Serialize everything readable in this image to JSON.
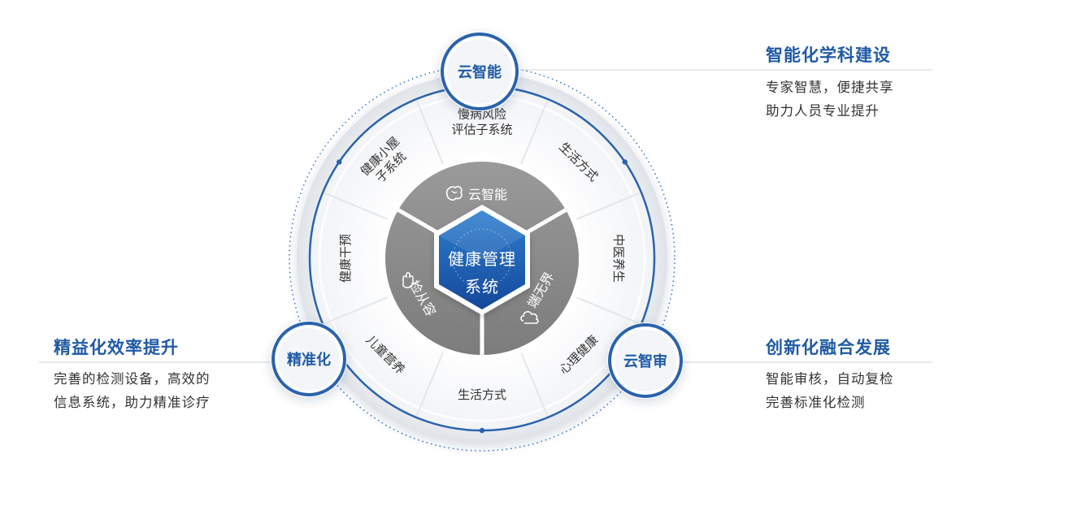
{
  "center": {
    "line1": "健康管理",
    "line2": "系统"
  },
  "inner_ring": [
    {
      "label": "云智能",
      "icon": "brain-icon"
    },
    {
      "label": "端无界",
      "icon": "cloud-icon"
    },
    {
      "label": "检从容",
      "icon": "hand-icon"
    }
  ],
  "outer_segments": [
    {
      "lines": [
        "慢病风险",
        "评估子系统"
      ]
    },
    {
      "lines": [
        "生活方式"
      ]
    },
    {
      "lines": [
        "中医养生"
      ]
    },
    {
      "lines": [
        "心理健康"
      ]
    },
    {
      "lines": [
        "生活方式"
      ]
    },
    {
      "lines": [
        "儿童营养"
      ]
    },
    {
      "lines": [
        "健康干预"
      ]
    },
    {
      "lines": [
        "健康小屋",
        "子系统"
      ]
    }
  ],
  "nodes": {
    "top": "云智能",
    "left": "精准化",
    "right": "云智审"
  },
  "panels": {
    "top_right": {
      "title": "智能化学科建设",
      "lines": [
        "专家智慧，便捷共享",
        "助力人员专业提升"
      ]
    },
    "left": {
      "title": "精益化效率提升",
      "lines": [
        "完善的检测设备，高效的",
        "信息系统，助力精准诊疗"
      ]
    },
    "bottom_right": {
      "title": "创新化融合发展",
      "lines": [
        "智能审核，自动复检",
        "完善标准化检测"
      ]
    }
  },
  "colors": {
    "brand_blue": "#1f5aa6",
    "ring_blue": "#2a63ad",
    "inner_gray": "#8e8e8e",
    "hex_blue": "#1d5fae",
    "text_dark": "#333333"
  }
}
